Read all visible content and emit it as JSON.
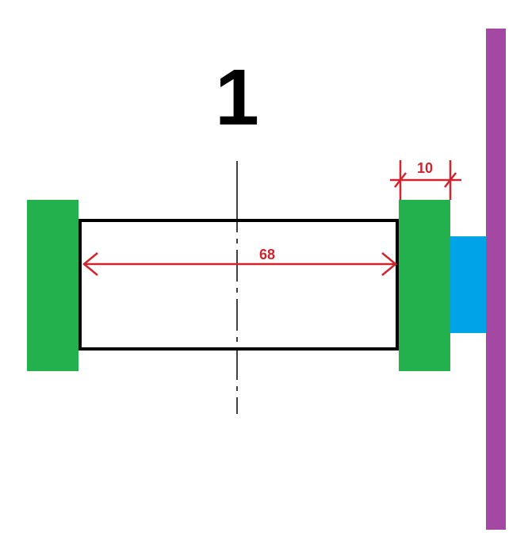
{
  "title": "1",
  "dimensions": {
    "inner_length": "68",
    "part_width": "10"
  },
  "colors": {
    "green": "#22b14c",
    "blue": "#00a2e8",
    "purple": "#a349a4",
    "dimension": "#d0252f",
    "outline": "#000000"
  }
}
